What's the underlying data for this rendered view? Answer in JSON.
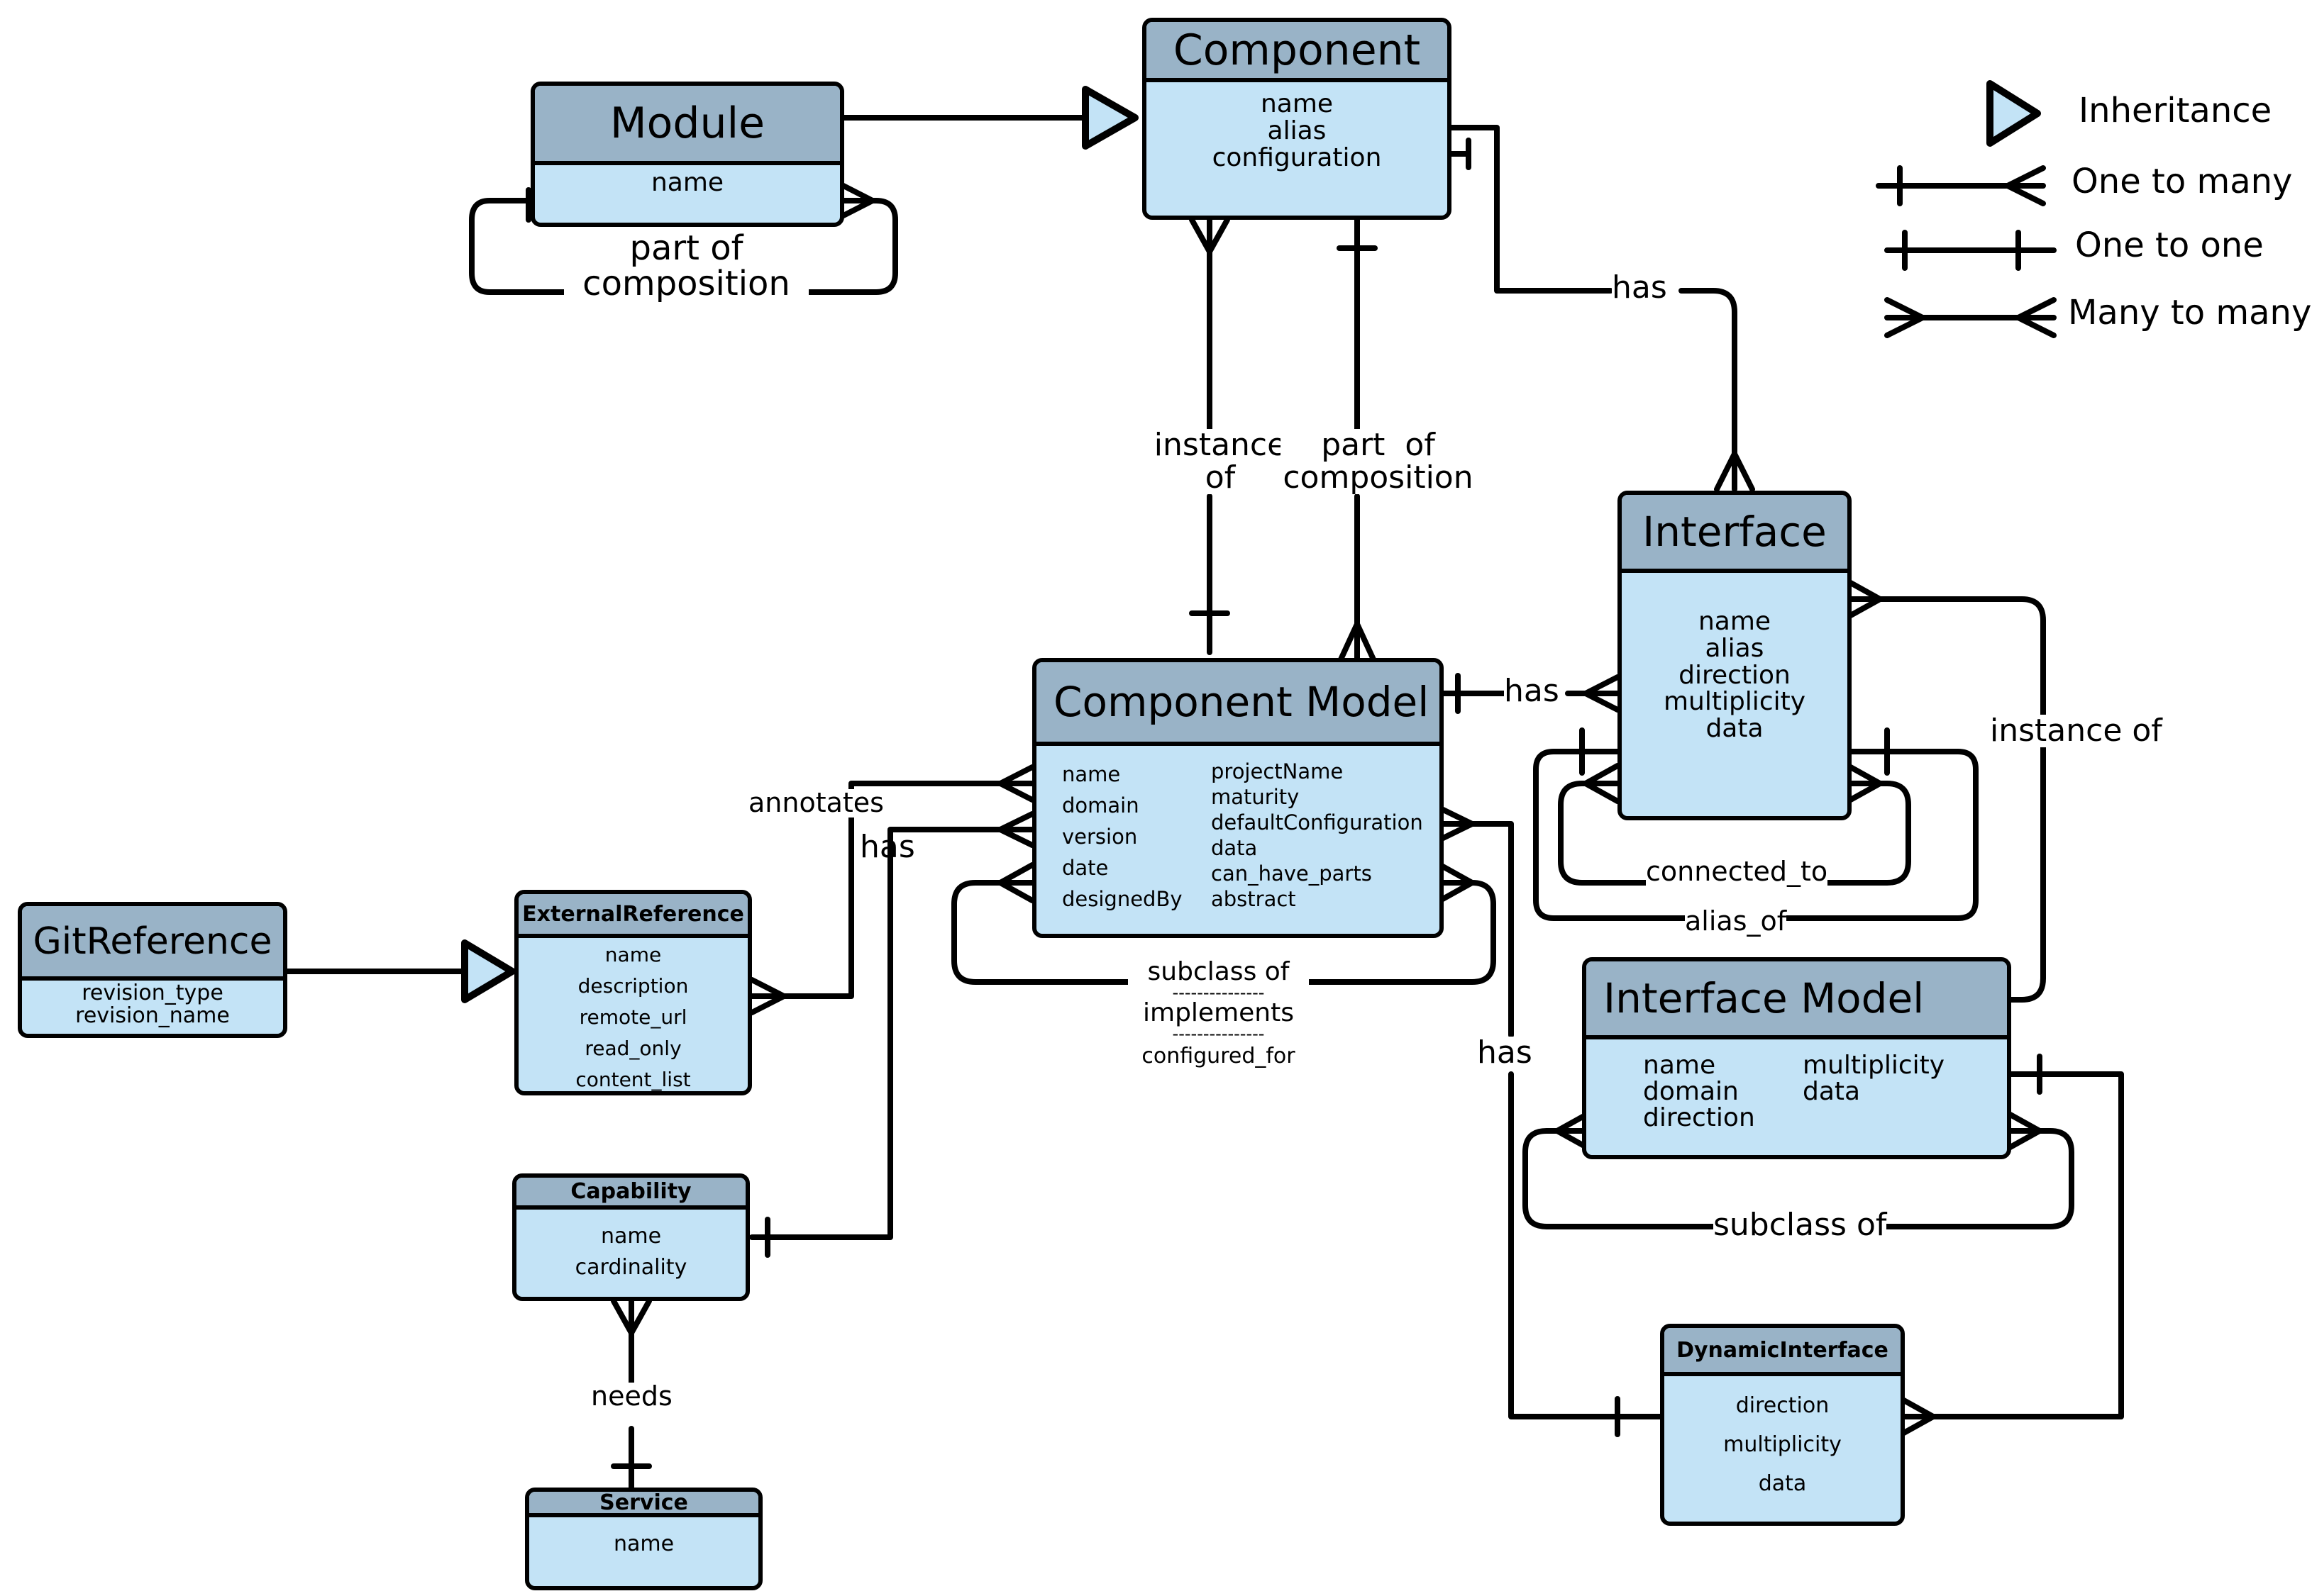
{
  "entities": {
    "module": {
      "title": "Module",
      "attrs": [
        "name"
      ]
    },
    "component": {
      "title": "Component",
      "attrs": [
        "name",
        "alias",
        "configuration"
      ]
    },
    "component_model": {
      "title": "Component Model",
      "attrs_left": [
        "name",
        "domain",
        "version",
        "date",
        "designedBy"
      ],
      "attrs_right": [
        "projectName",
        "maturity",
        "defaultConfiguration",
        "data",
        "can_have_parts",
        "abstract"
      ]
    },
    "interface": {
      "title": "Interface",
      "attrs": [
        "name",
        "alias",
        "direction",
        "multiplicity",
        "data"
      ]
    },
    "interface_model": {
      "title": "Interface Model",
      "attrs_left": [
        "name",
        "domain",
        "direction"
      ],
      "attrs_right": [
        "multiplicity",
        "data"
      ]
    },
    "git_reference": {
      "title": "GitReference",
      "attrs": [
        "revision_type",
        "revision_name"
      ]
    },
    "external_reference": {
      "title": "ExternalReference",
      "attrs": [
        "name",
        "description",
        "remote_url",
        "read_only",
        "content_list"
      ]
    },
    "capability": {
      "title": "Capability",
      "attrs": [
        "name",
        "cardinality"
      ]
    },
    "service": {
      "title": "Service",
      "attrs": [
        "name"
      ]
    },
    "dynamic_interface": {
      "title": "DynamicInterface",
      "attrs": [
        "direction",
        "multiplicity",
        "data"
      ]
    }
  },
  "relations": {
    "module_part_of_1": "part of",
    "module_part_of_2": "composition",
    "instance_1": "instance",
    "instance_2": "of",
    "cm_part_of_1": "part  of",
    "cm_part_of_2": "composition",
    "component_has_interface": "has",
    "cm_has_interface": "has",
    "interface_instance_of": "instance of",
    "connected_to": "connected_to",
    "alias_of": "alias_of",
    "annotates": "annotates",
    "capability_has": "has",
    "subclass_of": "subclass of",
    "implements": "implements",
    "dashes": "---------------",
    "configured_for": "configured_for",
    "cm_has_dynamic": "has",
    "im_subclass_of": "subclass of",
    "needs": "needs"
  },
  "legend": {
    "inheritance": "Inheritance",
    "one_to_many": "One to many",
    "one_to_one": "One to one",
    "many_to_many": "Many to many"
  },
  "colors": {
    "header": "#99b3c7",
    "body": "#c3e3f6",
    "line": "#000000"
  }
}
